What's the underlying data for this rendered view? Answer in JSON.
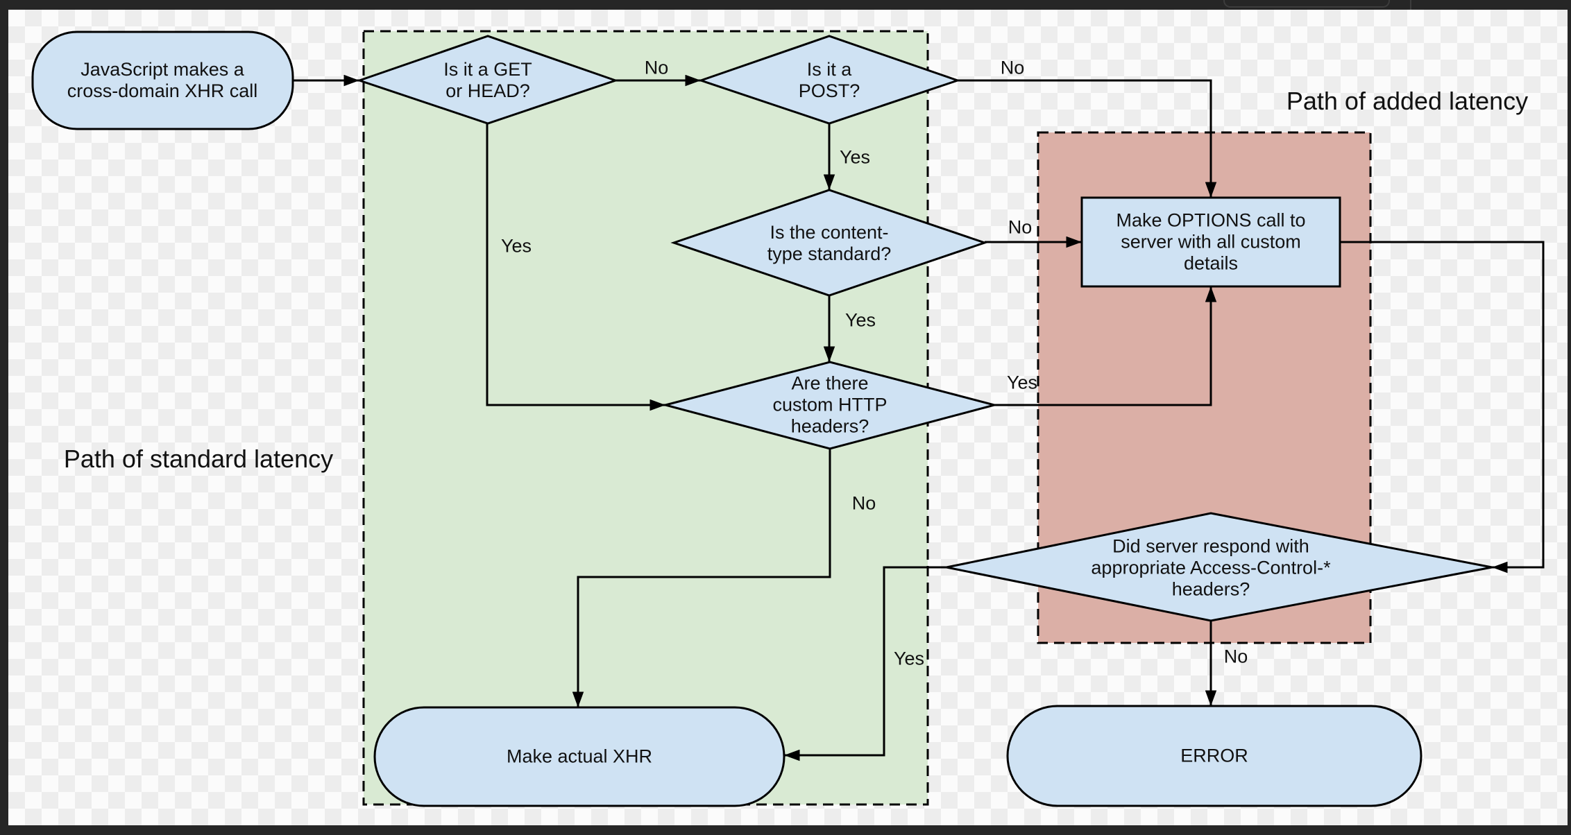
{
  "colors": {
    "node_fill": "#cfe2f3",
    "node_stroke": "#000000",
    "region_green": "#d9ead3",
    "region_red": "#dbafa6",
    "line": "#000000",
    "text": "#111111",
    "frame": "#262626",
    "tab_outline": "#3c3c3c",
    "checker_light": "#fbfbfb",
    "checker_dark": "#ededed"
  },
  "regions": {
    "standard": {
      "label": "Path of standard latency"
    },
    "added": {
      "label": "Path of added latency"
    }
  },
  "nodes": {
    "start": {
      "label": "JavaScript makes a\ncross-domain XHR call"
    },
    "get_head": {
      "label": "Is it a GET\nor HEAD?"
    },
    "post": {
      "label": "Is it a\nPOST?"
    },
    "content_type": {
      "label": "Is the content-\ntype standard?"
    },
    "custom_headers": {
      "label": "Are there\ncustom HTTP\nheaders?"
    },
    "options_call": {
      "label": "Make OPTIONS call to\nserver with all custom\ndetails"
    },
    "server_respond": {
      "label": "Did server respond with\nappropriate Access-Control-*\nheaders?"
    },
    "make_xhr": {
      "label": "Make actual XHR"
    },
    "error": {
      "label": "ERROR"
    }
  },
  "edges": {
    "get_head_no": "No",
    "get_head_yes": "Yes",
    "post_yes": "Yes",
    "post_no": "No",
    "content_type_no": "No",
    "content_type_yes": "Yes",
    "custom_headers_yes": "Yes",
    "custom_headers_no": "No",
    "server_respond_yes": "Yes",
    "server_respond_no": "No"
  }
}
